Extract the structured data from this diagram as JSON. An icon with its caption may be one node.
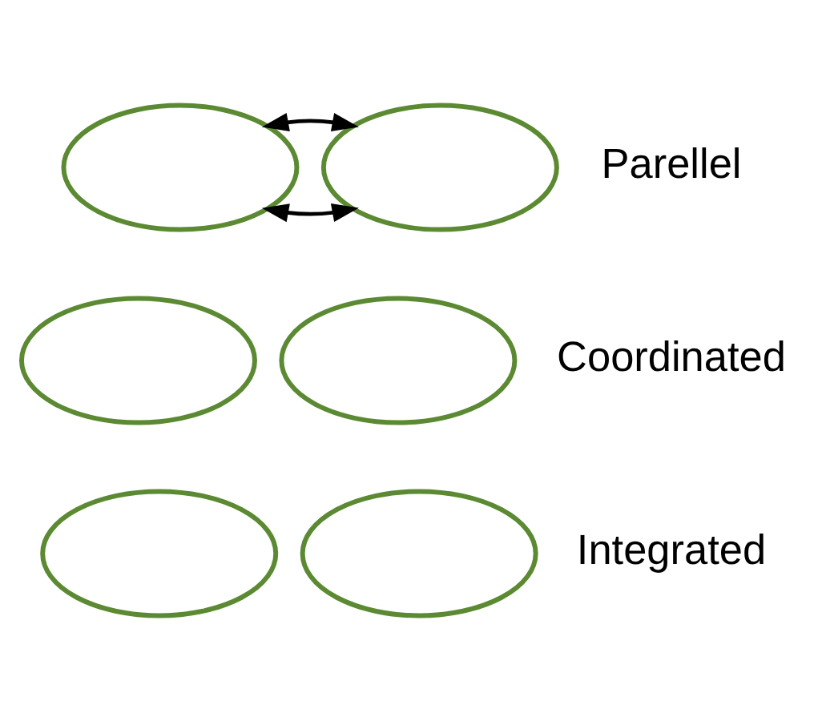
{
  "diagram": {
    "nodes": [
      {
        "text": [],
        "shape": "ellipse"
      },
      {
        "text": [],
        "shape": "ellipse"
      },
      {
        "text": [],
        "shape": "ellipse"
      },
      {
        "text": [],
        "shape": "ellipse"
      },
      {
        "text": [],
        "shape": "ellipse"
      },
      {
        "text": [],
        "shape": "ellipse"
      }
    ],
    "edges": [
      {
        "from": 0,
        "to": 1,
        "arrow": "both"
      },
      {
        "from": 0,
        "to": 1,
        "arrow": "both"
      }
    ],
    "labels": [
      "Parellel",
      "Coordinated",
      "Integrated"
    ]
  }
}
